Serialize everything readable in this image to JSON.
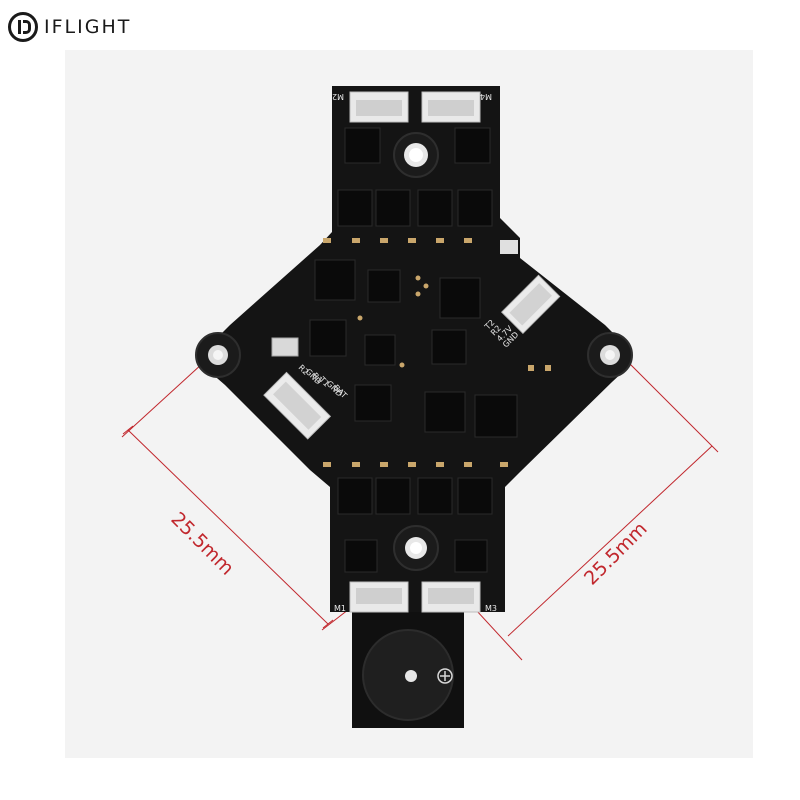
{
  "brand": {
    "name": "IFLIGHT"
  },
  "dimensions": {
    "left": "25.5mm",
    "right": "25.5mm"
  },
  "motor_labels": {
    "m1": "M1",
    "m2": "M2",
    "m3": "M3",
    "m4": "M4"
  },
  "left_connector_pins": [
    "R2",
    "GND",
    "R1",
    "T1",
    "GND",
    "BAT"
  ],
  "right_connector_pins": [
    "T2",
    "R2",
    "4.7V",
    "GND"
  ],
  "colors": {
    "dimension_line": "#c1272d",
    "pcb": "#141414",
    "background_panel": "#f3f3f3"
  }
}
